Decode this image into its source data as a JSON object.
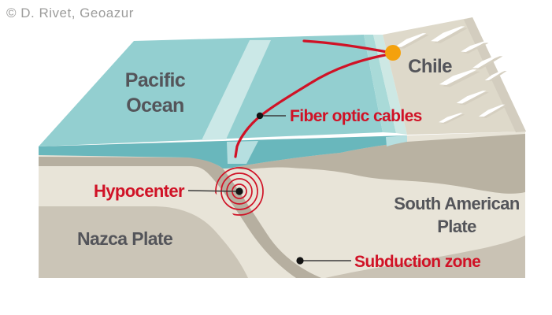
{
  "copyright": "© D. Rivet, Geoazur",
  "diagram": {
    "title_labels": {
      "pacific": [
        "Pacific",
        "Ocean"
      ],
      "chile": "Chile",
      "nazca": "Nazca Plate",
      "south_american": [
        "South American",
        "Plate"
      ]
    },
    "callouts": {
      "fiber": "Fiber optic cables",
      "hypocenter": "Hypocenter",
      "subduction": "Subduction zone"
    }
  },
  "colors": {
    "background": "#ffffff",
    "ocean": "#93cfd0",
    "ocean_stripe": "#cbe8e7",
    "coast_outer": "#a9dad8",
    "coast_inner": "#cde8e4",
    "land": "#ded9ca",
    "land_edge": "#d3cdbf",
    "mountain": "#ffffff",
    "mountain_shadow": "#d5cfc0",
    "water_front": "#69b7bc",
    "water_front_stripe": "#b6dfe0",
    "base_beige": "#e8e4d8",
    "wedge_band": "#b9b2a2",
    "nazca_deep": "#cbc5b7",
    "bottom_band": "#c9c2b4",
    "crust_slab": "#b6afa0",
    "accent_red": "#d01226",
    "marker_orange": "#f4a10c",
    "marker_black": "#141414",
    "text_dark": "#54555a",
    "leader": "#3a3a3a",
    "copyright_gray": "#9c9c9b"
  }
}
